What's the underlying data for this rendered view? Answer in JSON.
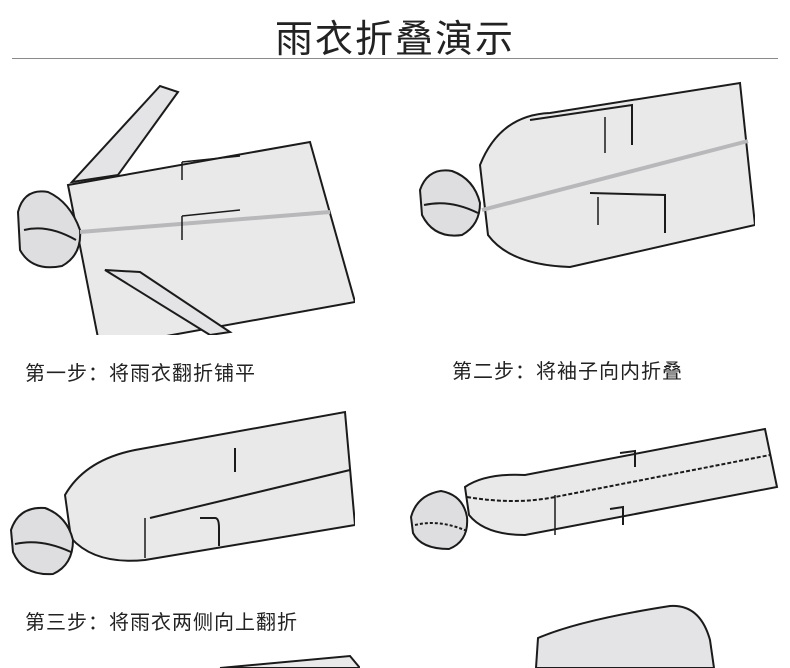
{
  "page": {
    "title": "雨衣折叠演示"
  },
  "steps": [
    {
      "caption": "第一步：将雨衣翻折铺平",
      "image": "raincoat-laid-flat"
    },
    {
      "caption": "第二步：将袖子向内折叠",
      "image": "raincoat-sleeves-folded"
    },
    {
      "caption": "第三步：将雨衣两侧向上翻折",
      "image": "raincoat-sides-folded-up"
    },
    {
      "caption": "",
      "image": "raincoat-folded-narrow"
    }
  ],
  "colors": {
    "coat_fill": "#e9e9ea",
    "coat_shadow": "#d6d6d8",
    "trim": "#1b1b1b",
    "background": "#ffffff"
  }
}
